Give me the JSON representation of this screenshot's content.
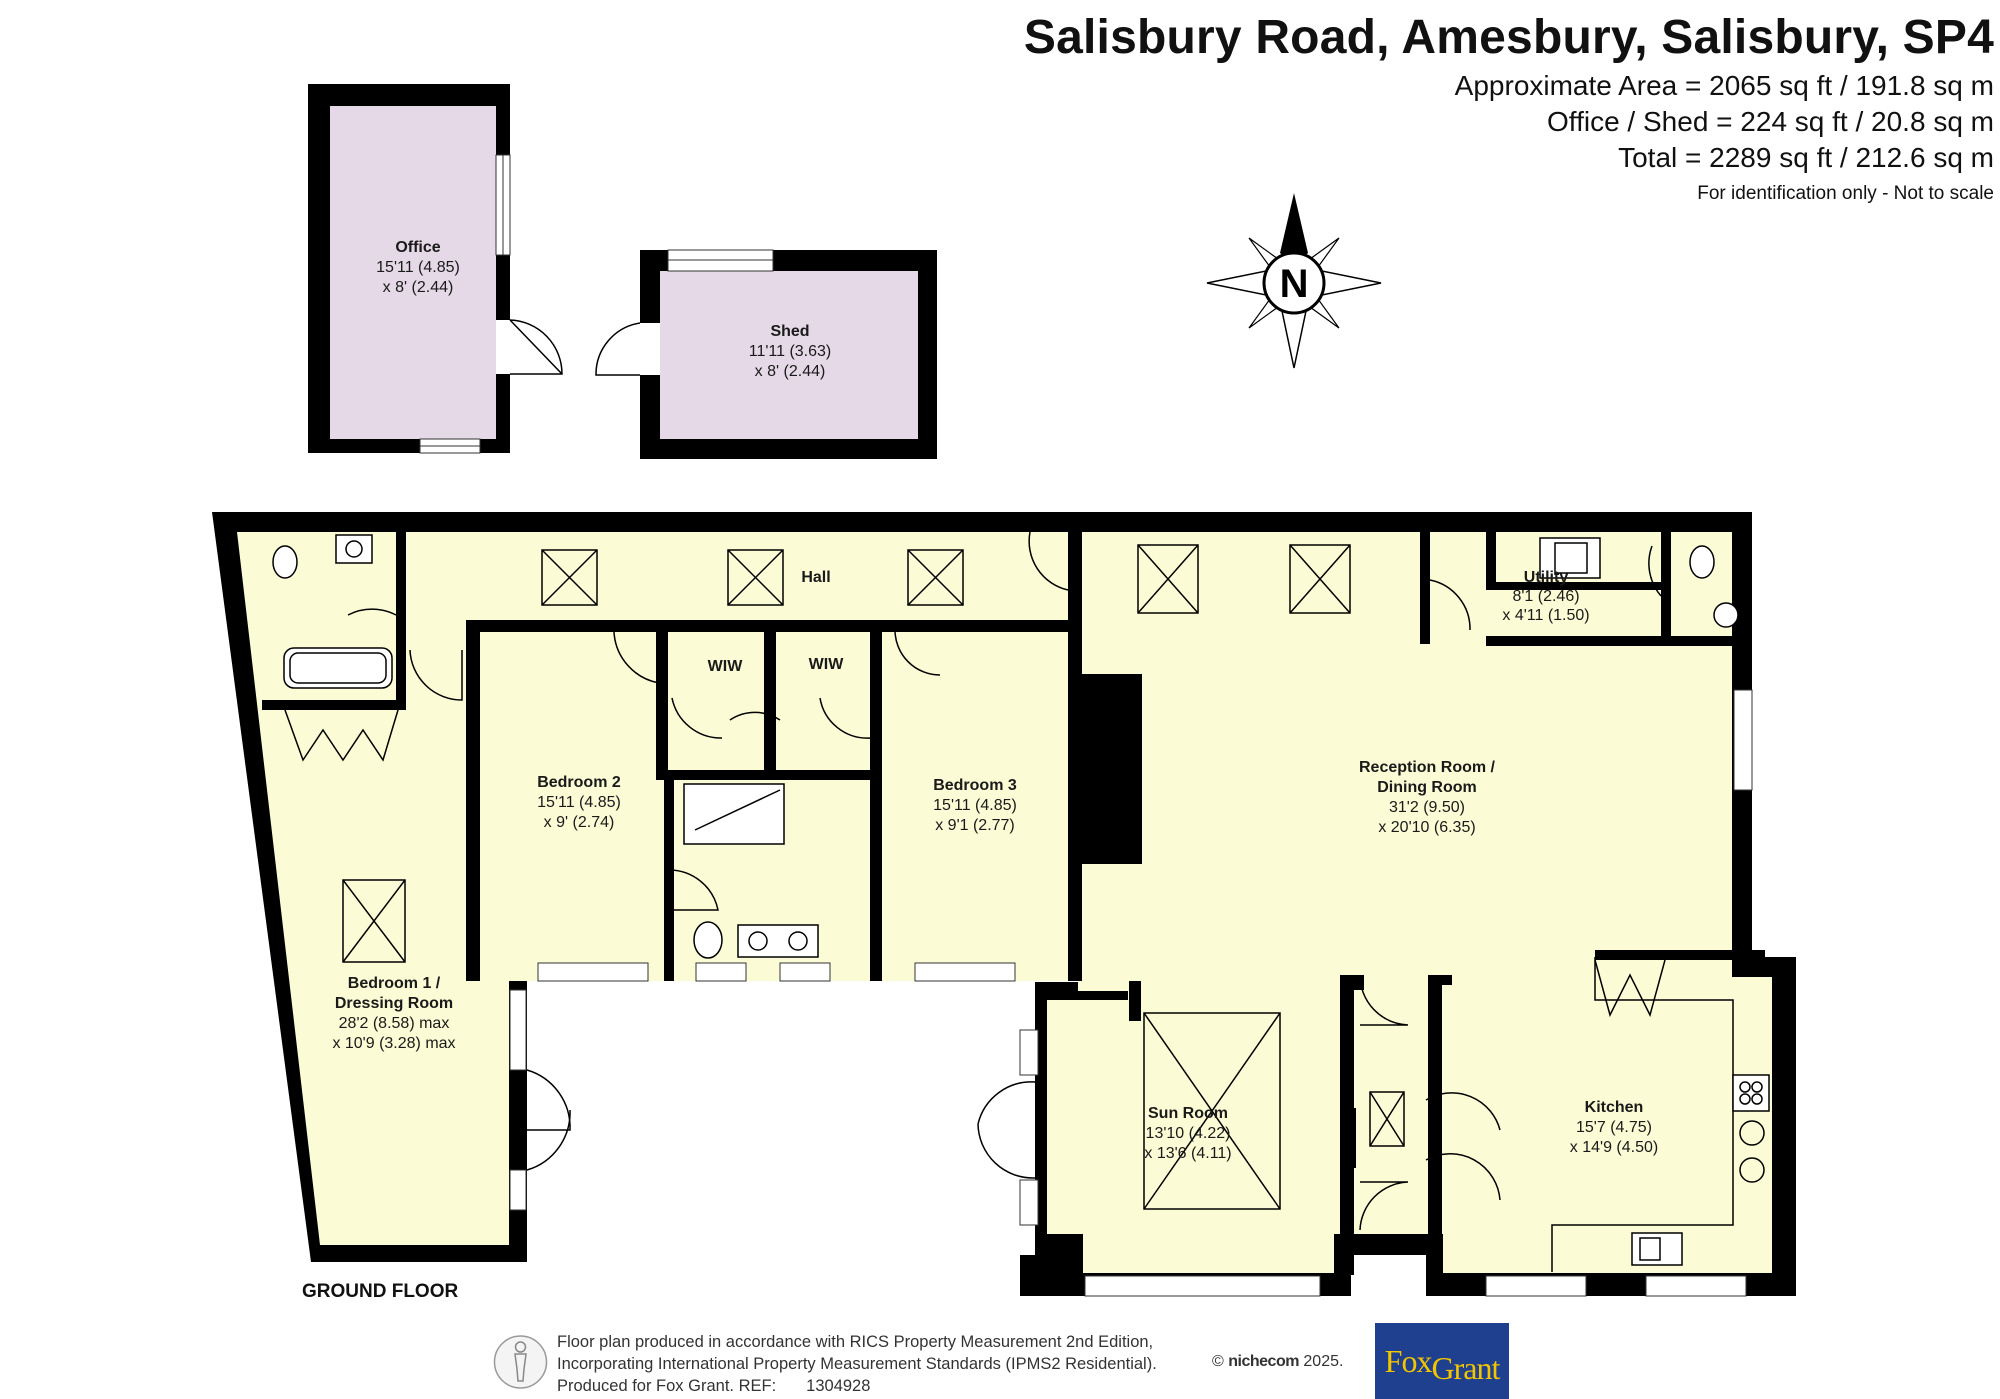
{
  "header": {
    "title": "Salisbury Road, Amesbury, Salisbury, SP4",
    "areas": [
      "Approximate Area = 2065 sq ft / 191.8 sq m",
      "Office / Shed = 224 sq ft / 20.8 sq m",
      "Total = 2289 sq ft / 212.6 sq m"
    ],
    "note": "For identification only - Not to scale"
  },
  "compass": {
    "label": "N"
  },
  "floor_label": "GROUND FLOOR",
  "rooms": {
    "office": {
      "name": "Office",
      "dim1": "15'11 (4.85)",
      "dim2": "x 8' (2.44)"
    },
    "shed": {
      "name": "Shed",
      "dim1": "11'11 (3.63)",
      "dim2": "x 8' (2.44)"
    },
    "hall": {
      "name": "Hall"
    },
    "wiw1": {
      "name": "WIW"
    },
    "wiw2": {
      "name": "WIW"
    },
    "bedroom2": {
      "name": "Bedroom 2",
      "dim1": "15'11 (4.85)",
      "dim2": "x 9' (2.74)"
    },
    "bedroom3": {
      "name": "Bedroom 3",
      "dim1": "15'11 (4.85)",
      "dim2": "x 9'1 (2.77)"
    },
    "utility": {
      "name": "Utility",
      "dim1": "8'1 (2.46)",
      "dim2": "x 4'11 (1.50)"
    },
    "reception": {
      "name1": "Reception Room /",
      "name2": "Dining Room",
      "dim1": "31'2 (9.50)",
      "dim2": "x 20'10 (6.35)"
    },
    "bedroom1": {
      "name1": "Bedroom 1 /",
      "name2": "Dressing Room",
      "dim1": "28'2 (8.58) max",
      "dim2": "x 10'9 (3.28) max"
    },
    "sunroom": {
      "name": "Sun Room",
      "dim1": "13'10 (4.22)",
      "dim2": "x 13'6 (4.11)"
    },
    "kitchen": {
      "name": "Kitchen",
      "dim1": "15'7 (4.75)",
      "dim2": "x 14'9 (4.50)"
    }
  },
  "footer": {
    "lines": [
      "Floor plan produced in accordance with RICS Property Measurement 2nd Edition,",
      "Incorporating International Property Measurement Standards (IPMS2 Residential).",
      "Produced for Fox Grant.   REF:"
    ],
    "ref": "1304928",
    "copyright_symbol": "©",
    "brand": "nichecom",
    "year": "2025."
  },
  "logo": {
    "part1": "Fox",
    "part2": "Grant"
  },
  "colors": {
    "floor_fill": "#fbfbd5",
    "outbuilding_fill": "#e5d8e7",
    "wall": "#000000",
    "logo_bg": "#1f3f8f",
    "logo_text": "#f2c500"
  }
}
